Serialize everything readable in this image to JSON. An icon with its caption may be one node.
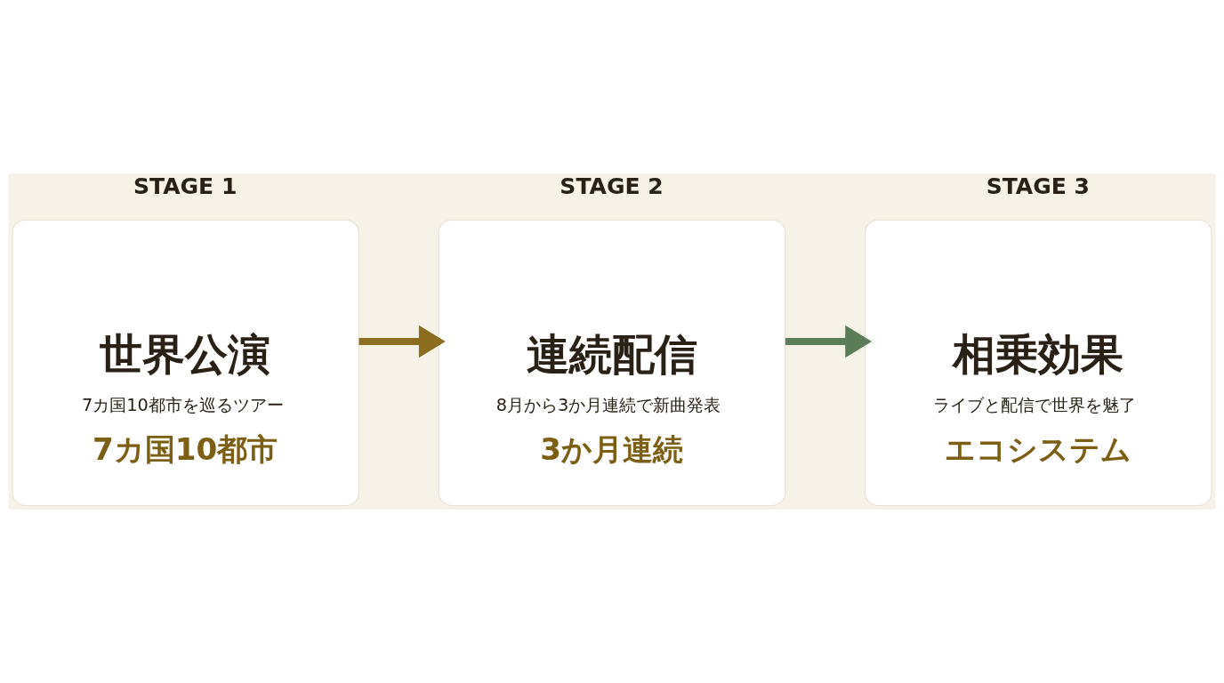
{
  "diagram": {
    "nodes": [
      {
        "text": [
          "STAGE 1",
          "世界公演",
          "7カ国10都市を巡るツアー",
          "7カ国10都市"
        ]
      },
      {
        "text": [
          "STAGE 2",
          "連続配信",
          "8月から3か月連続で新曲発表",
          "3か月連続"
        ]
      },
      {
        "text": [
          "STAGE 3",
          "相乗効果",
          "ライブと配信で世界を魅了",
          "エコシステム"
        ]
      }
    ],
    "edges": [
      {
        "from": 0,
        "to": 1,
        "arrow": "to",
        "color": "#8c6d1f"
      },
      {
        "from": 1,
        "to": 2,
        "arrow": "to",
        "color": "#5a7d57"
      }
    ]
  }
}
